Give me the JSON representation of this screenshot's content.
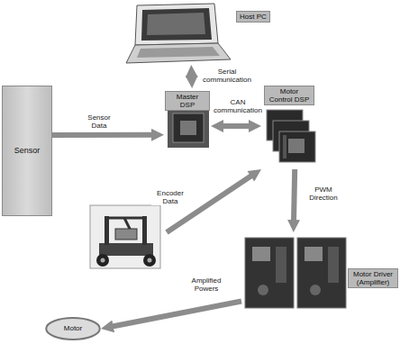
{
  "diagram": {
    "nodes": [
      {
        "text": [
          "Host PC"
        ]
      },
      {
        "text": [
          "Sensor"
        ]
      },
      {
        "text": [
          "Master DSP"
        ]
      },
      {
        "text": [
          "Motor Control DSP"
        ]
      },
      {
        "text": [
          "Motor Driver (Amplifier)"
        ]
      },
      {
        "text": [
          "Motor"
        ]
      }
    ],
    "edges": [
      {
        "from": 0,
        "to": 2,
        "arrow": "both",
        "label": "Serial communication"
      },
      {
        "from": 1,
        "to": 2,
        "arrow": "to",
        "label": "Sensor Data"
      },
      {
        "from": 2,
        "to": 3,
        "arrow": "both",
        "label": "CAN communication"
      },
      {
        "from": 3,
        "to": 4,
        "arrow": "to",
        "label": "PWM Direction"
      },
      {
        "from": 4,
        "to": 5,
        "arrow": "to",
        "label": "Amplified Powers"
      }
    ],
    "labels": [
      "Encoder Data"
    ]
  }
}
